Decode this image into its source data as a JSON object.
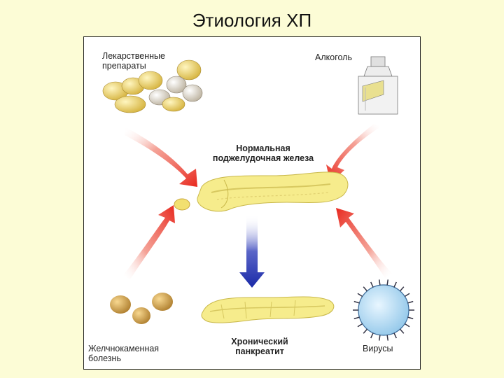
{
  "slide": {
    "title": "Этиология ХП"
  },
  "labels": {
    "drugs": [
      "Лекарственные",
      "препараты"
    ],
    "alcohol": "Алкоголь",
    "normal_pancreas": [
      "Нормальная",
      "поджелудочная железа"
    ],
    "gallstones": [
      "Желчнокаменная",
      "болезнь"
    ],
    "chronic_pancreatitis": [
      "Хронический",
      "панкреатит"
    ],
    "viruses": "Вирусы"
  },
  "colors": {
    "background": "#fcfcd6",
    "arrow_red": "#e8281e",
    "arrow_blue": "#1a2aa8",
    "pancreas_yellow": "#f6ec8c"
  }
}
